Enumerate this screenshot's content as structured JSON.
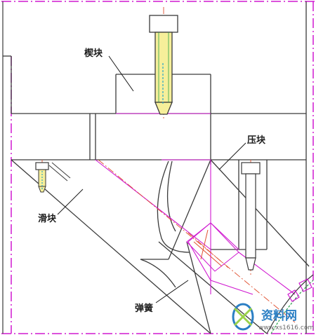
{
  "labels": {
    "top_block": "楔块",
    "press_block": "压块",
    "slide_block": "滑块",
    "spring": "弹簧"
  },
  "watermark": {
    "main": "资料网",
    "sub": "www.xs1616.com"
  },
  "colors": {
    "outline": "#3a3a3a",
    "magenta": "#d018d0",
    "red": "#e05030",
    "screw": "#f6ef9a",
    "cyan": "#2aa6c8",
    "green": "#2aa24a",
    "watermark": "#2b7fc4"
  }
}
